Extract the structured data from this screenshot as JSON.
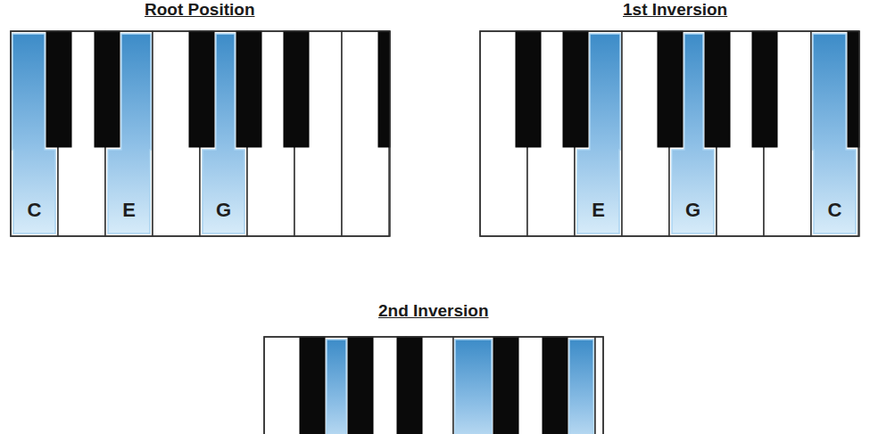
{
  "diagram": {
    "labels": [
      "Root Position",
      "C",
      "E",
      "G",
      "1st Inversion",
      "E",
      "G",
      "C",
      "2nd Inversion"
    ]
  }
}
